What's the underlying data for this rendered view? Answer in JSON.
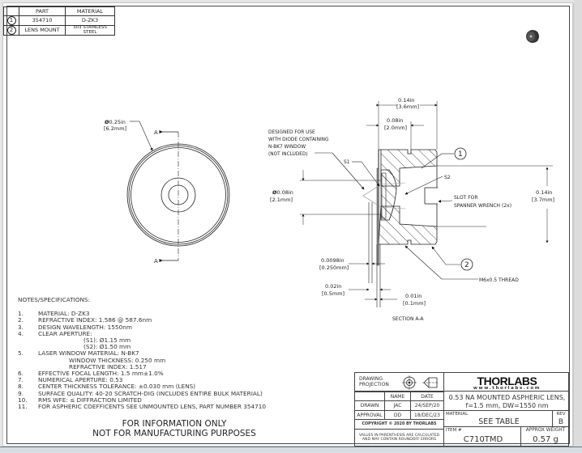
{
  "parts_table": {
    "headers": [
      "",
      "PART",
      "MATERIAL"
    ],
    "rows": [
      {
        "balloon": "1",
        "part": "354710",
        "material": "D-ZK3"
      },
      {
        "balloon": "2",
        "part": "LENS MOUNT",
        "material": "303 STAINLESS STEEL"
      }
    ]
  },
  "front_view": {
    "diameter_in": "0.25in",
    "diameter_mm": "[6.2mm]",
    "section_label_top": "A",
    "section_label_bottom": "A"
  },
  "section_view": {
    "title": "SECTION A-A",
    "dim_overall_len_in": "0.14in",
    "dim_overall_len_mm": "[3.6mm]",
    "dim_inner_len_in": "0.08in",
    "dim_inner_len_mm": "[2.0mm]",
    "dim_bore_in": "0.08in",
    "dim_bore_mm": "[2.1mm]",
    "dim_od_in": "0.14in",
    "dim_od_mm": "[3.7mm]",
    "dim_window_in": "0.0098in",
    "dim_window_mm": "[0.250mm]",
    "dim_gap_in": "0.02in",
    "dim_gap_mm": "[0.5mm]",
    "dim_small_in": "0.01in",
    "dim_small_mm": "[0.1mm]",
    "note_diode": [
      "DESIGNED FOR USE",
      "WITH DIODE CONTAINING",
      "N-BK7 WINDOW",
      "(NOT INCLUDED)"
    ],
    "label_s1": "S1",
    "label_s2": "S2",
    "note_slot": [
      "SLOT FOR",
      "SPANNER WRENCH (2x)"
    ],
    "note_thread": "M6x0.5 THREAD",
    "balloon_1": "1",
    "balloon_2": "2"
  },
  "notes": {
    "header": "NOTES/SPECIFICATIONS:",
    "items": [
      {
        "num": "1.",
        "text": "MATERIAL: D-ZK3"
      },
      {
        "num": "2.",
        "text": "REFRACTIVE INDEX: 1.586 @ 587.6nm"
      },
      {
        "num": "3.",
        "text": "DESIGN WAVELENGTH: 1550nm"
      },
      {
        "num": "4.",
        "text": "CLEAR APERTURE:"
      },
      {
        "num": "",
        "text": "(S1): Ø1.15 mm",
        "indent": 2
      },
      {
        "num": "",
        "text": "(S2): Ø1.50 mm",
        "indent": 2
      },
      {
        "num": "5.",
        "text": "LASER WINDOW MATERIAL: N-BK7"
      },
      {
        "num": "",
        "text": "WINDOW THICKNESS: 0.250 mm",
        "indent": 1
      },
      {
        "num": "",
        "text": "REFRACTIVE INDEX: 1.517",
        "indent": 1
      },
      {
        "num": "6.",
        "text": "EFFECTIVE FOCAL LENGTH: 1.5 mm±1.0%"
      },
      {
        "num": "7.",
        "text": "NUMERICAL APERTURE: 0.53"
      },
      {
        "num": "8.",
        "text": "CENTER THICKNESS TOLERANCE: ±0.030 mm (LENS)"
      },
      {
        "num": "9.",
        "text": "SURFACE QUALITY: 40-20 SCRATCH-DIG (INCLUDES ENTIRE BULK MATERIAL)"
      },
      {
        "num": "10.",
        "text": "RMS WFE: ≤ DIFFRACTION LIMITED"
      },
      {
        "num": "11.",
        "text": "FOR ASPHERIC COEFFICENTS SEE UNMOUNTED LENS, PART NUMBER 354710"
      }
    ]
  },
  "disclaimer": {
    "line1": "FOR INFORMATION ONLY",
    "line2": "NOT FOR MANUFACTURING PURPOSES"
  },
  "title_block": {
    "drawing_projection_label": "DRAWING PROJECTION",
    "col_name": "NAME",
    "col_date": "DATE",
    "drawn_label": "DRAWN",
    "drawn_name": "JAC",
    "drawn_date": "24/SEP/20",
    "approval_label": "APPROVAL",
    "approval_name": "DD",
    "approval_date": "18/DEC/23",
    "copyright": "COPYRIGHT © 2020 BY THORLABS",
    "values_note": "VALUES IN PARENTHESIS ARE CALCULATED AND MAY CONTAIN ROUNDOFF ERRORS",
    "logo": "THORLABS",
    "website": "www.thorlabs.com",
    "description_line1": "0.53 NA MOUNTED ASPHERIC LENS,",
    "description_line2": "f=1.5 mm, DW=1550 nm",
    "material_label": "MATERIAL",
    "material_value": "SEE TABLE",
    "rev_label": "REV",
    "rev_value": "B",
    "item_label": "ITEM #",
    "item_value": "C710TMD",
    "weight_label": "APPROX WEIGHT",
    "weight_value": "0.57 g"
  },
  "icons": {
    "projection_symbol": "third-angle-projection-icon",
    "thumbnail": "3d-part-thumbnail-icon"
  }
}
